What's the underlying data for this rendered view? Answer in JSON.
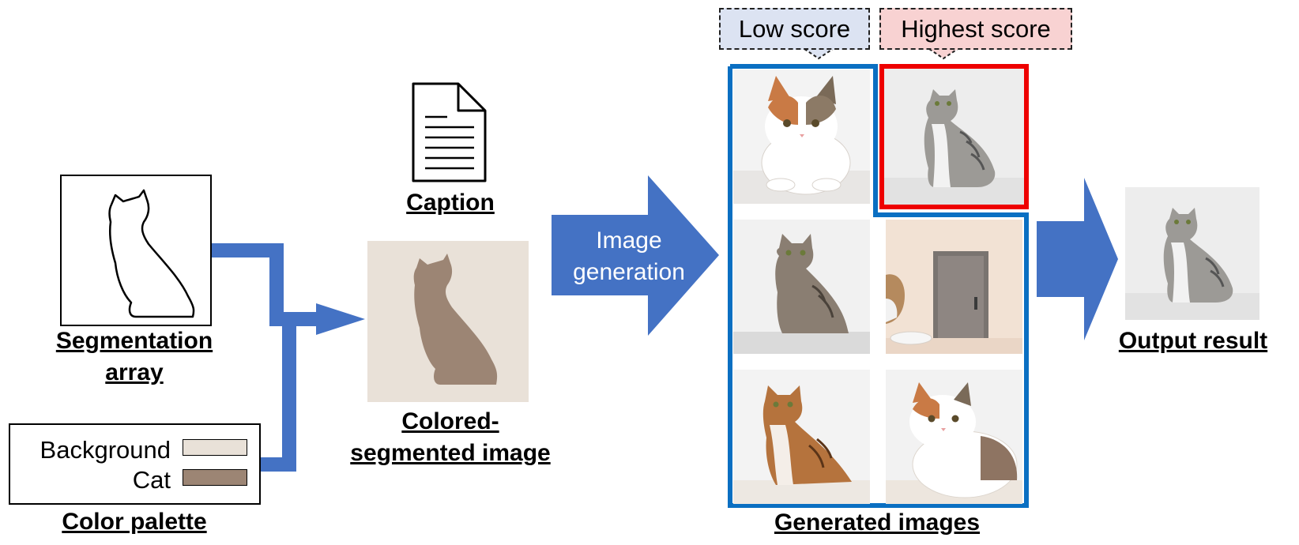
{
  "labels": {
    "segmentation_array": [
      "Segmentation",
      "array"
    ],
    "caption": "Caption",
    "colored_segmented": [
      "Colored-",
      "segmented image"
    ],
    "color_palette": "Color palette",
    "generated_images": "Generated images",
    "output_result": "Output result"
  },
  "arrow_text": [
    "Image",
    "generation"
  ],
  "palette": [
    {
      "name": "Background",
      "color": "#E9E1D8"
    },
    {
      "name": "Cat",
      "color": "#9C8574"
    }
  ],
  "callouts": {
    "low": "Low score",
    "high": "Highest score"
  },
  "colors": {
    "arrow_blue": "#4472C4",
    "frame_blue": "#0A6FC2",
    "highlight_red": "#EE0000",
    "low_fill": "#DCE3F2",
    "high_fill": "#F8D2D2"
  },
  "icons": [
    "document-icon",
    "cat-outline-icon",
    "cat-silhouette-icon"
  ]
}
